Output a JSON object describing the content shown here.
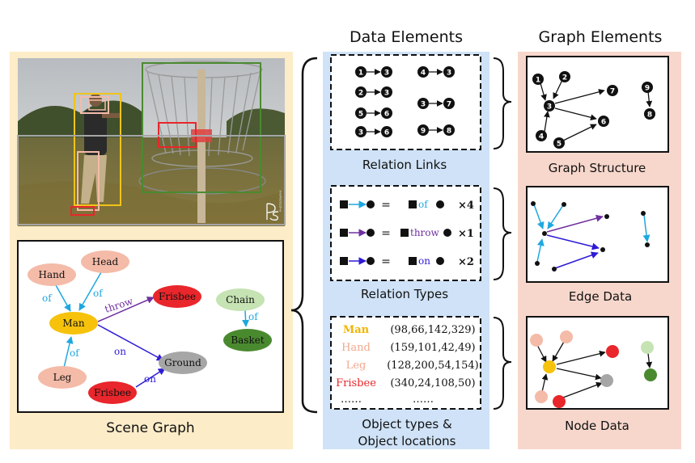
{
  "headers": {
    "data_elements": "Data Elements",
    "graph_elements": "Graph Elements"
  },
  "captions": {
    "scene_graph": "Scene Graph",
    "relation_links": "Relation Links",
    "relation_types": "Relation Types",
    "object_line1": "Object types &",
    "object_line2": "Object locations",
    "graph_structure": "Graph Structure",
    "edge_data": "Edge Data",
    "node_data": "Node Data"
  },
  "colors": {
    "left_panel_bg": "#fcecc8",
    "mid_panel_bg": "#cfe2f7",
    "right_panel_bg": "#f7d7cc",
    "man": "#f6c20b",
    "hand": "#f4bba8",
    "frisbee": "#e8262b",
    "ground": "#a6a6a6",
    "chain": "#c6e3b3",
    "basket": "#4a8a2f",
    "of_edge": "#1fa7e0",
    "throw_edge": "#7030a0",
    "on_edge": "#2e1bd6"
  },
  "photo": {
    "watermark": "PS",
    "vertical_text": "PHOTOGRAPHY"
  },
  "scene_graph": {
    "nodes": {
      "hand": "Hand",
      "head": "Head",
      "man": "Man",
      "leg": "Leg",
      "frisbee1": "Frisbee",
      "frisbee2": "Frisbee",
      "ground": "Ground",
      "chain": "Chain",
      "basket": "Basket"
    },
    "edge_labels": {
      "of_hand": "of",
      "of_head": "of",
      "of_leg": "of",
      "of_chain": "of",
      "throw": "throw",
      "on_ground": "on",
      "on_frisbee": "on"
    }
  },
  "relation_links": [
    {
      "from": "1",
      "to": "3"
    },
    {
      "from": "4",
      "to": "3"
    },
    {
      "from": "2",
      "to": "3"
    },
    {
      "from": "5",
      "to": "6"
    },
    {
      "from": "3",
      "to": "7"
    },
    {
      "from": "3",
      "to": "6"
    },
    {
      "from": "9",
      "to": "8"
    }
  ],
  "relation_types": [
    {
      "eq": "=",
      "label": "of",
      "count": "×4"
    },
    {
      "eq": "=",
      "label": "throw",
      "count": "×1"
    },
    {
      "eq": "=",
      "label": "on",
      "count": "×2"
    }
  ],
  "object_locations": [
    {
      "name": "Man",
      "box": "(98,66,142,329)"
    },
    {
      "name": "Hand",
      "box": "(159,101,42,49)"
    },
    {
      "name": "Leg",
      "box": "(128,200,54,154)"
    },
    {
      "name": "Frisbee",
      "box": "(340,24,108,50)"
    }
  ],
  "object_more": [
    "……",
    "……"
  ],
  "graph_structure_nodes": [
    "1",
    "2",
    "3",
    "4",
    "5",
    "6",
    "7",
    "8",
    "9"
  ]
}
